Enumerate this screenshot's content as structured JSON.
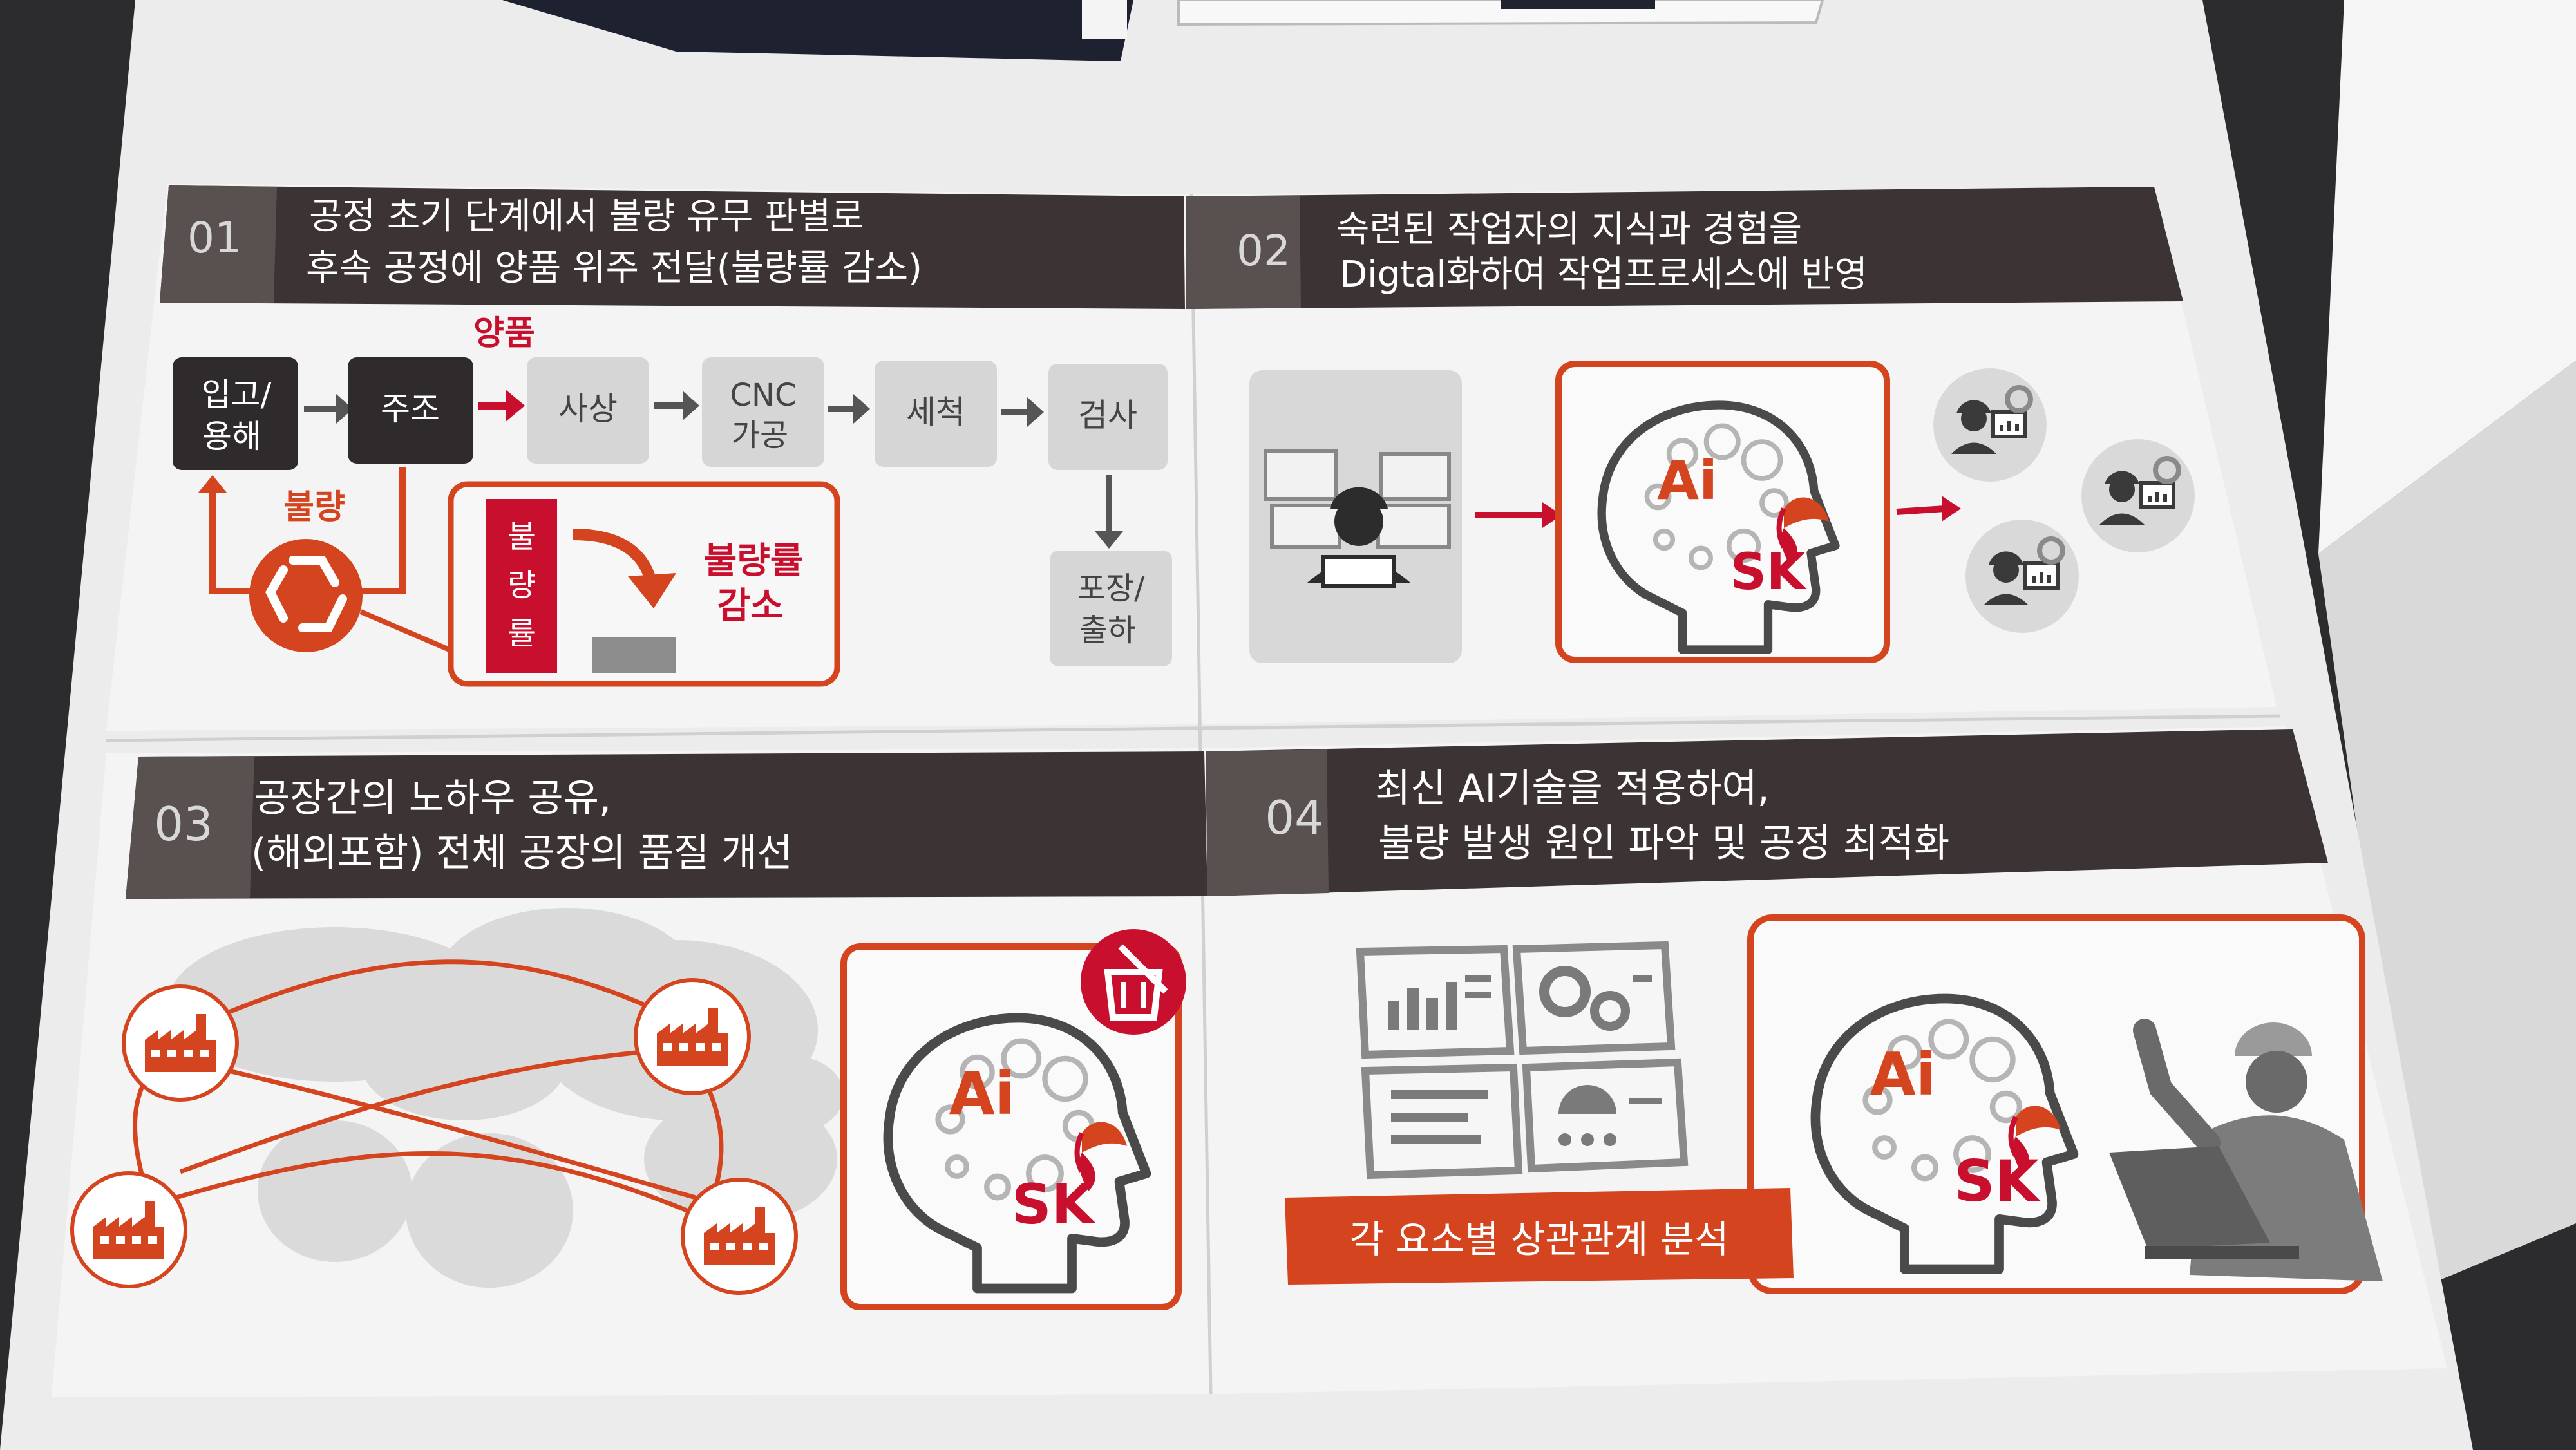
{
  "colors": {
    "accent": "#d4451f",
    "dark": "#3c3434",
    "red": "#c8102e",
    "paper": "#ededed",
    "box": "#d6d6d6"
  },
  "sections": [
    {
      "num": "01",
      "title_line1": "공정 초기 단계에서 불량 유무 판별로",
      "title_line2": "후속 공정에 양품 위주 전달(불량률 감소)"
    },
    {
      "num": "02",
      "title_line1": "숙련된 작업자의 지식과 경험을",
      "title_line2": "Digtal화하여 작업프로세스에 반영"
    },
    {
      "num": "03",
      "title_line1": "공장간의 노하우 공유,",
      "title_line2": "(해외포함) 전체 공장의 품질 개선"
    },
    {
      "num": "04",
      "title_line1": "최신 AI기술을 적용하여,",
      "title_line2": "불량 발생 원인 파악 및 공정 최적화"
    }
  ],
  "process": {
    "step1_l1": "입고/",
    "step1_l2": "용해",
    "step2": "주조",
    "good": "양품",
    "step3": "사상",
    "step4_l1": "CNC",
    "step4_l2": "가공",
    "step5": "세척",
    "step6": "검사",
    "step7_l1": "포장/",
    "step7_l2": "출하",
    "defect": "불량",
    "bar_c1": "불",
    "bar_c2": "량",
    "bar_c3": "률",
    "reduce_l1": "불량률",
    "reduce_l2": "감소"
  },
  "ai_logo": {
    "ai": "Ai",
    "sk": "SK"
  },
  "analysis_label": "각 요소별 상관관계 분석",
  "icons": [
    "recycle-icon",
    "worker-icon",
    "factory-icon",
    "trash-icon",
    "dashboard-icon",
    "pointing-engineer-icon",
    "sk-butterfly-icon"
  ]
}
